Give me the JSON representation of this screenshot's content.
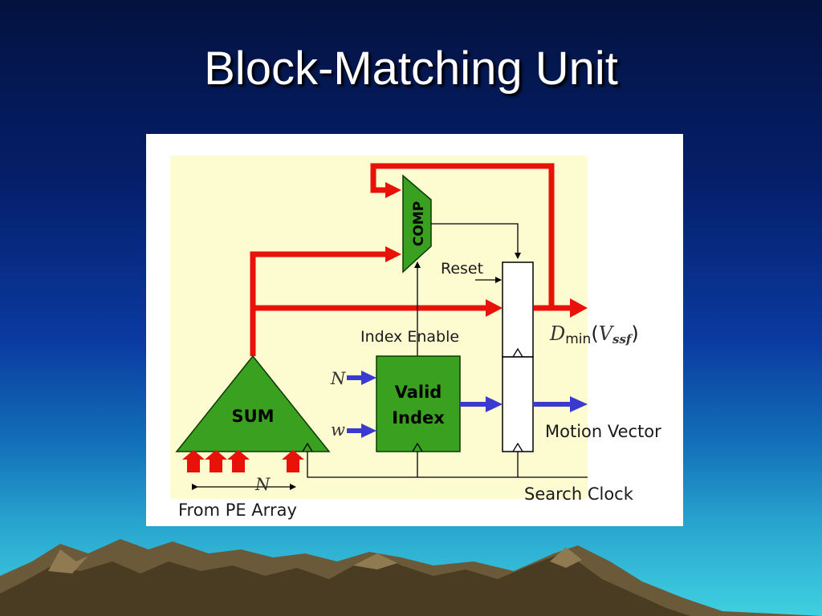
{
  "slide": {
    "title": "Block-Matching Unit"
  },
  "diagram": {
    "blocks": {
      "comp": "COMP",
      "sum": "SUM",
      "valid_index_line1": "Valid",
      "valid_index_line2": "Index"
    },
    "labels": {
      "reset": "Reset",
      "index_enable": "Index Enable",
      "dmin_d": "D",
      "dmin_sub": "min",
      "dmin_open": "(",
      "dmin_v": "V",
      "dmin_ssf": "ssf",
      "dmin_close": ")",
      "motion_vector": "Motion Vector",
      "search_clock": "Search Clock",
      "from_pe_array": "From PE Array",
      "input_n": "N",
      "input_w": "w",
      "bus_n": "N"
    },
    "colors": {
      "panel": "#fdfbd0",
      "block_green": "#3aa020",
      "red_path": "#e8120a",
      "blue_path": "#3a3ad0"
    }
  }
}
